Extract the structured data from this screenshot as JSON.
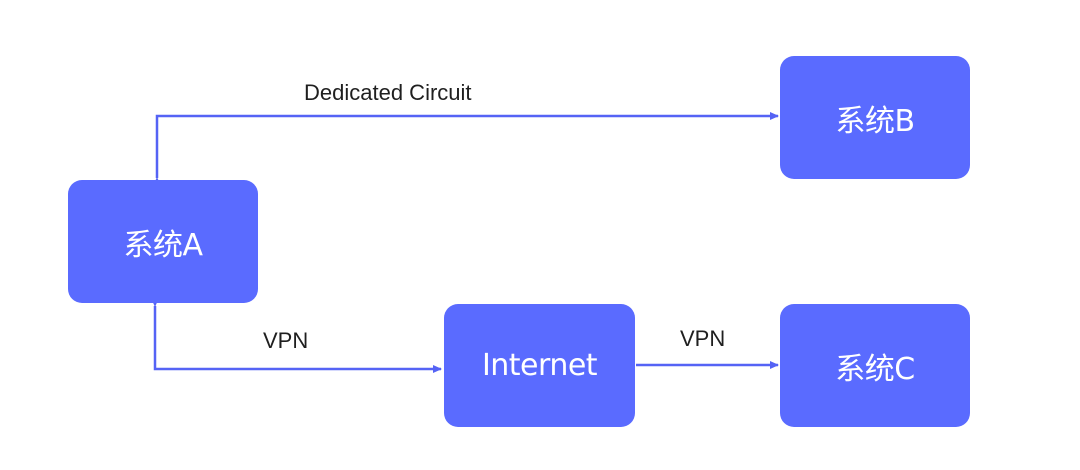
{
  "colors": {
    "node_fill": "#5a6bff",
    "edge": "#5563f5",
    "label_text": "#1f1f1f"
  },
  "nodes": {
    "system_a": "系统A",
    "system_b": "系统B",
    "internet": "Internet",
    "system_c": "系统C"
  },
  "edges": {
    "a_to_b": "Dedicated Circuit",
    "a_to_internet": "VPN",
    "internet_to_c": "VPN"
  }
}
